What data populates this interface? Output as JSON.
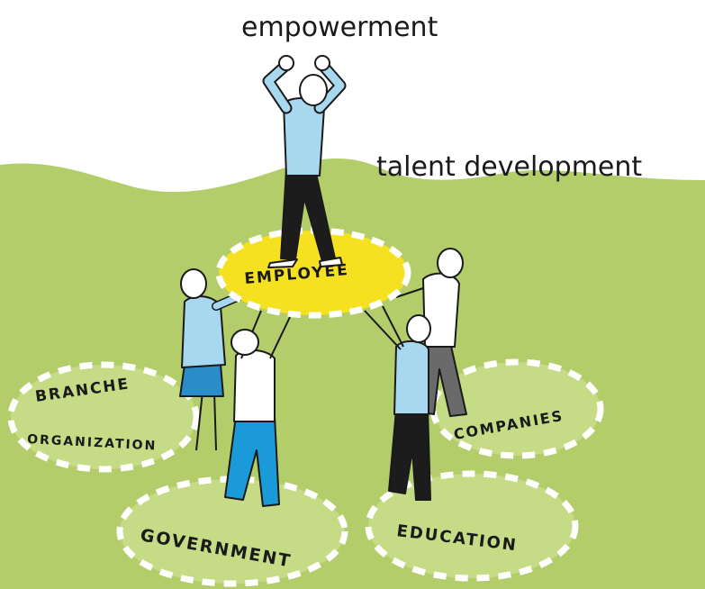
{
  "headings": {
    "top": "empowerment",
    "right": "talent development"
  },
  "circles": {
    "center": "EMPLOYEE",
    "branche_line1": "BRANCHE",
    "branche_line2": "ORGANIZATION",
    "companies": "COMPANIES",
    "government": "GOVERNMENT",
    "education": "EDUCATION"
  },
  "colors": {
    "hill": "#b3cd6a",
    "platform": "#f5e11f",
    "platform_dash": "#ffffff",
    "circle_fill": "#c6db86",
    "shirt": "#a8d8ef",
    "trousers_dark": "#1c1c1c",
    "trousers_blue": "#1a9ad8",
    "skirt": "#2a8cc8",
    "grey_trousers": "#6a6a6a"
  }
}
